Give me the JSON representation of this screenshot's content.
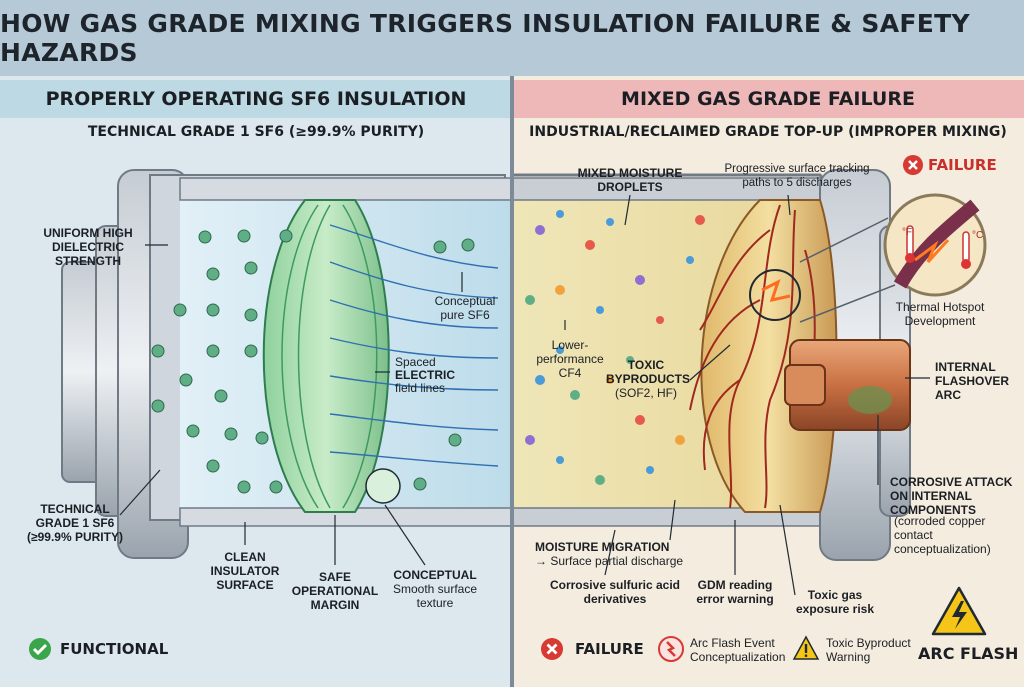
{
  "title": "HOW GAS GRADE MIXING TRIGGERS INSULATION FAILURE & SAFETY HAZARDS",
  "left": {
    "heading": "PROPERLY OPERATING SF6 INSULATION",
    "subheading": "TECHNICAL GRADE 1 SF6 (≥99.9% PURITY)",
    "labels": {
      "uniform": "UNIFORM HIGH\nDIELECTRIC\nSTRENGTH",
      "pure_sf6": "Conceptual\npure SF6",
      "field_lines_a": "Spaced",
      "field_lines_b": "ELECTRIC",
      "field_lines_c": "field lines",
      "technical": "TECHNICAL\nGRADE 1 SF6\n(≥99.9% PURITY)",
      "clean": "CLEAN\nINSULATOR\nSURFACE",
      "safe": "SAFE\nOPERATIONAL\nMARGIN",
      "conceptual_a": "CONCEPTUAL",
      "conceptual_b": "Smooth surface\ntexture"
    },
    "status": "FUNCTIONAL"
  },
  "right": {
    "heading": "MIXED GAS GRADE FAILURE",
    "subheading": "INDUSTRIAL/RECLAIMED GRADE TOP-UP (IMPROPER MIXING)",
    "labels": {
      "moisture": "MIXED MOISTURE\nDROPLETS",
      "tracking": "Progressive surface tracking\npaths to 5 discharges",
      "failure_badge": "FAILURE",
      "hotspot": "Thermal Hotspot\nDevelopment",
      "lower": "Lower-\nperformance\nCF4",
      "toxic_a": "TOXIC\nBYPRODUCTS",
      "toxic_b": "(SOF2, HF)",
      "flashover": "INTERNAL\nFLASHOVER\nARC",
      "corrosive_a": "CORROSIVE ATTACK\nON INTERNAL\nCOMPONENTS",
      "corrosive_b": "(corroded copper\ncontact\nconceptualization)",
      "migration_a": "MOISTURE MIGRATION",
      "migration_b": "→ Surface partial discharge",
      "acid": "Corrosive sulfuric acid\nderivatives",
      "gdm": "GDM reading\nerror warning",
      "toxic_gas": "Toxic gas\nexposure risk",
      "f_unit": "°F",
      "c_unit": "°C"
    },
    "footer": {
      "failure": "FAILURE",
      "arc_event": "Arc Flash Event\nConceptualization",
      "toxic_warning": "Toxic Byproduct\nWarning",
      "arc_flash": "ARC FLASH"
    }
  },
  "colors": {
    "header_bg": "#b6c9d6",
    "left_bar": "#bcd9e4",
    "right_bar": "#efb8b8",
    "functional_green": "#3aa54a",
    "failure_red": "#d63a33",
    "warning_yellow": "#f5c518",
    "molecule_green": "#5fae86",
    "field_line_blue": "#2f6fb3",
    "tracking_red": "#a0291f"
  },
  "icons": {
    "functional": "check-circle-icon",
    "failure": "x-circle-icon",
    "arc_event": "arc-flash-icon",
    "toxic": "warning-triangle-icon",
    "arc_flash": "high-voltage-warning-icon"
  }
}
